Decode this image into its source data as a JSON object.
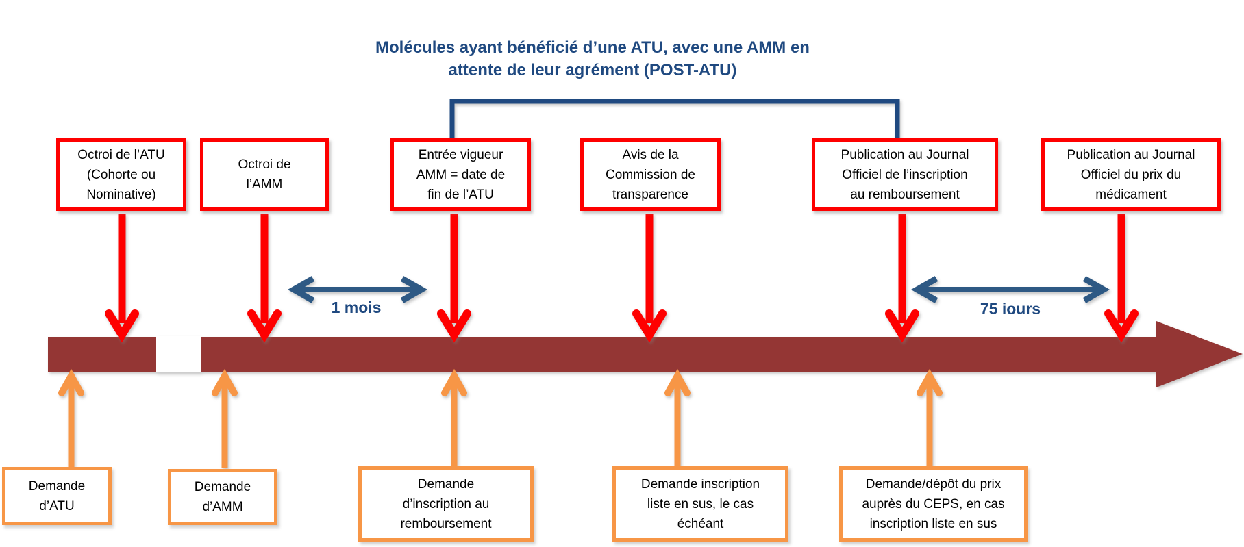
{
  "title": {
    "lines": [
      "Molécules ayant bénéficié d’une ATU, avec une AMM en",
      "attente de leur agrément (POST-ATU)"
    ]
  },
  "top_boxes": [
    {
      "id": "octroi-atu",
      "lines": [
        "Octroi de l’ATU",
        "(Cohorte ou",
        "Nominative)"
      ]
    },
    {
      "id": "octroi-amm",
      "lines": [
        "Octroi de",
        "l’AMM"
      ]
    },
    {
      "id": "entree-vigueur-amm",
      "lines": [
        "Entrée vigueur",
        "AMM = date de",
        "fin de l’ATU"
      ]
    },
    {
      "id": "avis-commission",
      "lines": [
        "Avis de la",
        "Commission de",
        "transparence"
      ]
    },
    {
      "id": "publication-jo-inscription",
      "lines": [
        "Publication au Journal",
        "Officiel de l’inscription",
        "au remboursement"
      ]
    },
    {
      "id": "publication-jo-prix",
      "lines": [
        "Publication au Journal",
        "Officiel du prix du",
        "médicament"
      ]
    }
  ],
  "bottom_boxes": [
    {
      "id": "demande-atu",
      "lines": [
        "Demande",
        "d’ATU"
      ]
    },
    {
      "id": "demande-amm",
      "lines": [
        "Demande",
        "d’AMM"
      ]
    },
    {
      "id": "demande-inscription",
      "lines": [
        "Demande",
        "d’inscription au",
        "remboursement"
      ]
    },
    {
      "id": "demande-liste-en-sus",
      "lines": [
        "Demande inscription",
        "liste en sus, le cas",
        "échéant"
      ]
    },
    {
      "id": "demande-depot-prix",
      "lines": [
        "Demande/dépôt du prix",
        "auprès du CEPS, en cas",
        "inscription liste en sus"
      ]
    }
  ],
  "intervals": [
    {
      "label": "1 mois"
    },
    {
      "label": "75 iours"
    }
  ],
  "colors": {
    "accent_red": "#fe0000",
    "accent_orange": "#f79646",
    "timeline_maroon": "#943634",
    "text_blue": "#1f4980",
    "arrow_blue": "#2e5984"
  }
}
